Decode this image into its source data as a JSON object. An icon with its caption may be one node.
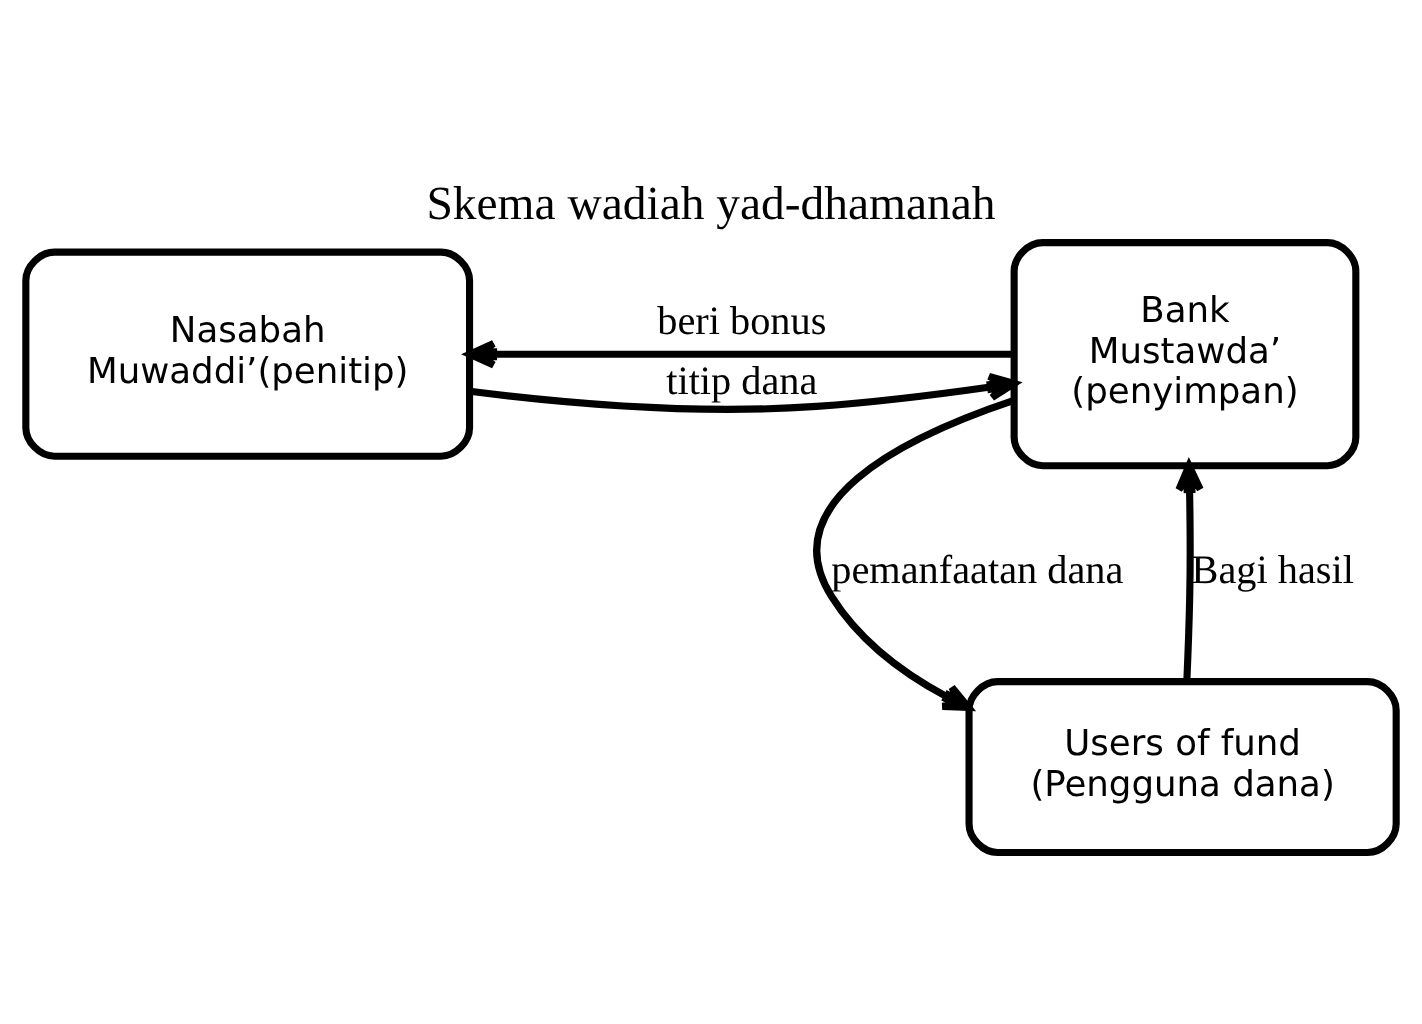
{
  "diagram": {
    "title": "Skema wadiah yad-dhamanah",
    "nodes": [
      {
        "text": [
          "Nasabah",
          "Muwaddi’(penitip)"
        ]
      },
      {
        "text": [
          "Bank",
          "Mustawda’",
          "(penyimpan)"
        ]
      },
      {
        "text": [
          "Users of fund",
          "(Pengguna dana)"
        ]
      }
    ],
    "edges": [
      {
        "from": 0,
        "to": 1,
        "arrow": "to",
        "label": "titip dana"
      },
      {
        "from": 1,
        "to": 0,
        "arrow": "to",
        "label": "beri bonus"
      },
      {
        "from": 2,
        "to": 1,
        "arrow": "to",
        "label": "Bagi hasil"
      },
      {
        "from": 1,
        "to": 2,
        "arrow": "to",
        "label": "pemanfaatan dana"
      }
    ]
  }
}
